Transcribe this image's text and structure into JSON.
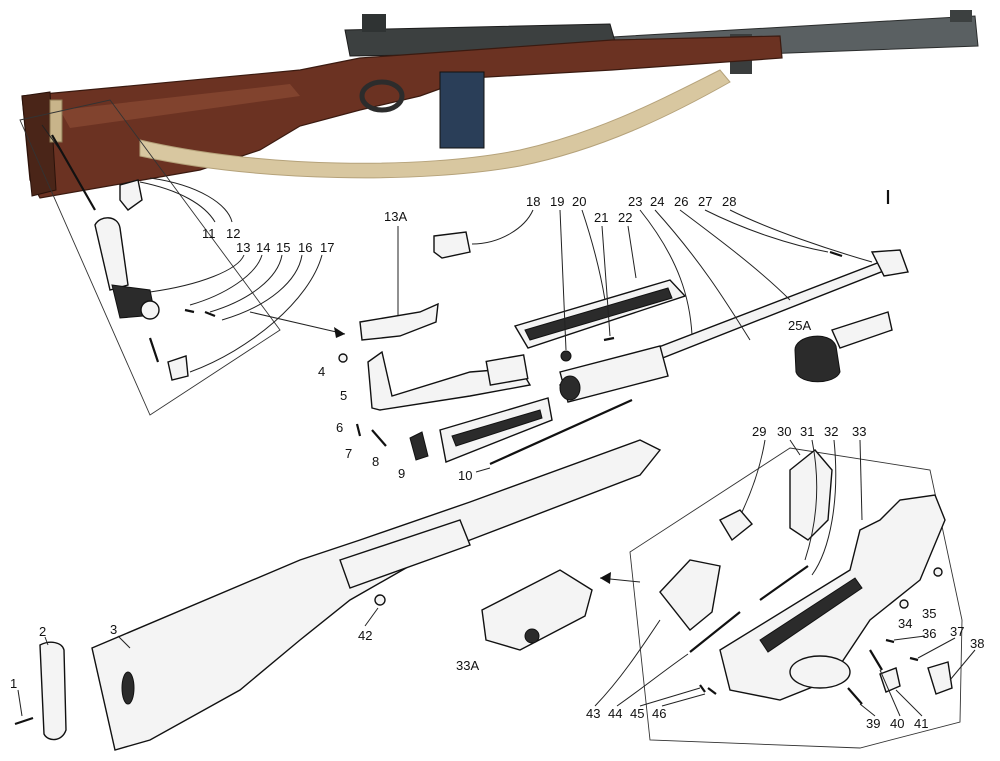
{
  "diagram": {
    "labels": [
      {
        "id": "1",
        "text": "1"
      },
      {
        "id": "2",
        "text": "2"
      },
      {
        "id": "3",
        "text": "3"
      },
      {
        "id": "4",
        "text": "4"
      },
      {
        "id": "5",
        "text": "5"
      },
      {
        "id": "6",
        "text": "6"
      },
      {
        "id": "7",
        "text": "7"
      },
      {
        "id": "8",
        "text": "8"
      },
      {
        "id": "9",
        "text": "9"
      },
      {
        "id": "10",
        "text": "10"
      },
      {
        "id": "11",
        "text": "11"
      },
      {
        "id": "12",
        "text": "12"
      },
      {
        "id": "13",
        "text": "13"
      },
      {
        "id": "13A",
        "text": "13A"
      },
      {
        "id": "14",
        "text": "14"
      },
      {
        "id": "15",
        "text": "15"
      },
      {
        "id": "16",
        "text": "16"
      },
      {
        "id": "17",
        "text": "17"
      },
      {
        "id": "18",
        "text": "18"
      },
      {
        "id": "19",
        "text": "19"
      },
      {
        "id": "20",
        "text": "20"
      },
      {
        "id": "21",
        "text": "21"
      },
      {
        "id": "22",
        "text": "22"
      },
      {
        "id": "23",
        "text": "23"
      },
      {
        "id": "24",
        "text": "24"
      },
      {
        "id": "25A",
        "text": "25A"
      },
      {
        "id": "26",
        "text": "26"
      },
      {
        "id": "27",
        "text": "27"
      },
      {
        "id": "28",
        "text": "28"
      },
      {
        "id": "29",
        "text": "29"
      },
      {
        "id": "30",
        "text": "30"
      },
      {
        "id": "31",
        "text": "31"
      },
      {
        "id": "32",
        "text": "32"
      },
      {
        "id": "33",
        "text": "33"
      },
      {
        "id": "33A",
        "text": "33A"
      },
      {
        "id": "34",
        "text": "34"
      },
      {
        "id": "35",
        "text": "35"
      },
      {
        "id": "36",
        "text": "36"
      },
      {
        "id": "37",
        "text": "37"
      },
      {
        "id": "38",
        "text": "38"
      },
      {
        "id": "39",
        "text": "39"
      },
      {
        "id": "40",
        "text": "40"
      },
      {
        "id": "41",
        "text": "41"
      },
      {
        "id": "42",
        "text": "42"
      },
      {
        "id": "43",
        "text": "43"
      },
      {
        "id": "44",
        "text": "44"
      },
      {
        "id": "45",
        "text": "45"
      },
      {
        "id": "46",
        "text": "46"
      }
    ],
    "colors": {
      "stock_wood": "#6b3222",
      "stock_wood_light": "#8a4a33",
      "metal": "#3c4040",
      "sling": "#d8c7a0",
      "line_art": "#111111"
    }
  }
}
